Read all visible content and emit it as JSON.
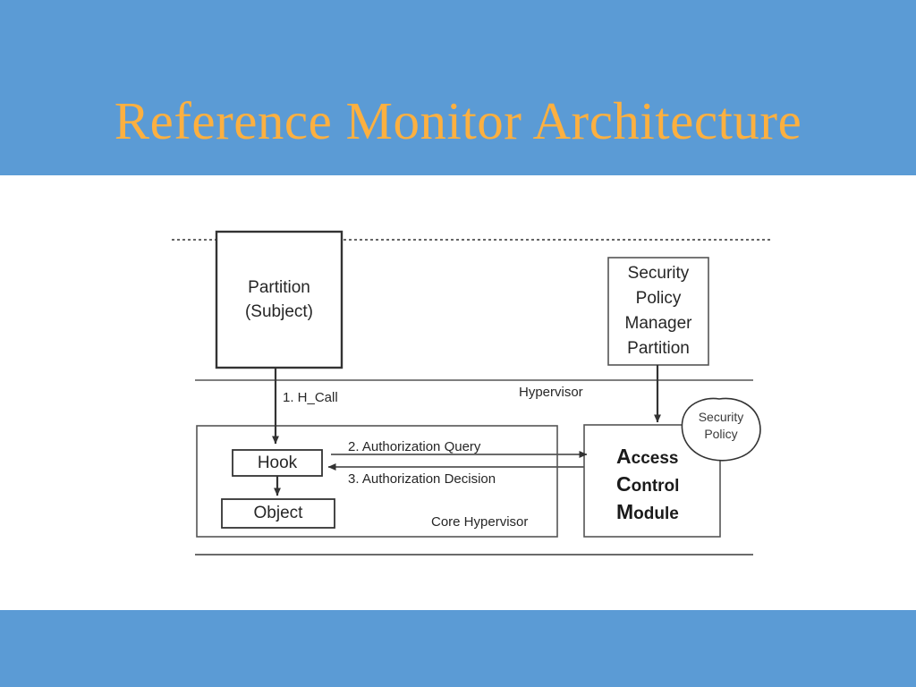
{
  "slide": {
    "title": "Reference Monitor Architecture",
    "band_color": "#5b9bd5",
    "title_color": "#fcb040",
    "background_color": "#ffffff"
  },
  "diagram": {
    "type": "block-diagram",
    "line_color": "#404040",
    "text_color": "#262626",
    "boundary_labels": {
      "hypervisor": "Hypervisor"
    },
    "nodes": [
      {
        "id": "partition-subject",
        "shape": "rectangle",
        "lines": [
          "Partition",
          "(Subject)"
        ],
        "line1": "Partition",
        "line2": "(Subject)"
      },
      {
        "id": "security-policy-manager-partition",
        "shape": "rectangle",
        "lines": [
          "Security",
          "Policy",
          "Manager",
          "Partition"
        ],
        "line1": "Security",
        "line2": "Policy",
        "line3": "Manager",
        "line4": "Partition"
      },
      {
        "id": "core-hypervisor",
        "shape": "rectangle",
        "label": "Core Hypervisor"
      },
      {
        "id": "hook",
        "shape": "rectangle",
        "label": "Hook"
      },
      {
        "id": "object",
        "shape": "rectangle",
        "label": "Object"
      },
      {
        "id": "access-control-module",
        "shape": "rectangle",
        "lines": [
          "Access",
          "Control",
          "Module"
        ],
        "line1_cap": "A",
        "line1_rest": "ccess",
        "line2_cap": "C",
        "line2_rest": "ontrol",
        "line3_cap": "M",
        "line3_rest": "odule"
      },
      {
        "id": "security-policy",
        "shape": "ellipse",
        "lines": [
          "Security",
          "Policy"
        ],
        "line1": "Security",
        "line2": "Policy"
      }
    ],
    "edges": [
      {
        "id": "h-call",
        "label": "1. H_Call",
        "from": "partition-subject",
        "to": "hook",
        "direction": "down"
      },
      {
        "id": "authorization-query",
        "label": "2. Authorization Query",
        "from": "hook",
        "to": "access-control-module",
        "direction": "right"
      },
      {
        "id": "authorization-decision",
        "label": "3. Authorization Decision",
        "from": "access-control-module",
        "to": "hook",
        "direction": "left"
      },
      {
        "id": "policy-load",
        "label": "",
        "from": "security-policy-manager-partition",
        "to": "access-control-module",
        "direction": "down"
      }
    ]
  }
}
